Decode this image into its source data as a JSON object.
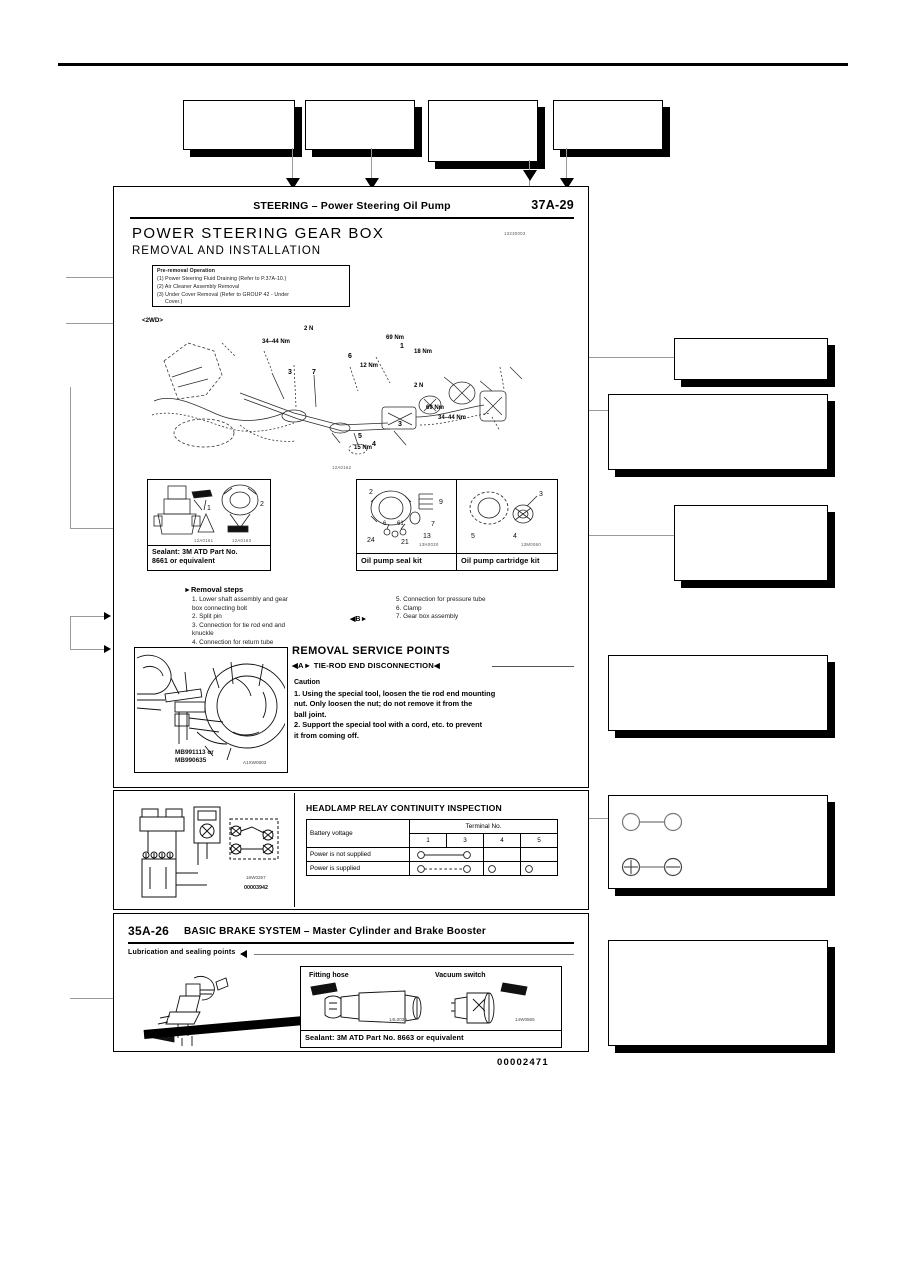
{
  "document": {
    "id_code": "00002471",
    "top_rule": true
  },
  "callouts": {
    "top": [
      {
        "name": "callout-top-1",
        "label": ""
      },
      {
        "name": "callout-top-2",
        "label": ""
      },
      {
        "name": "callout-top-3",
        "label": ""
      },
      {
        "name": "callout-top-4",
        "label": ""
      }
    ],
    "right": [
      {
        "name": "callout-right-1",
        "label": ""
      },
      {
        "name": "callout-right-2",
        "label": ""
      },
      {
        "name": "callout-right-3",
        "label": ""
      },
      {
        "name": "callout-right-4",
        "label": ""
      },
      {
        "name": "callout-right-5",
        "label": ""
      },
      {
        "name": "callout-right-6",
        "label": ""
      }
    ]
  },
  "steering_page": {
    "header_title_bold": "STEERING",
    "header_dash": " – ",
    "header_title_rest": "Power Steering Oil Pump",
    "page_number": "37A-29",
    "heading1": "POWER STEERING GEAR BOX",
    "heading2": "REMOVAL AND INSTALLATION",
    "fig_code": "12230003",
    "pre_removal": {
      "title": "Pre-removal Operation",
      "items": [
        "(1) Power Steering Fluid Draining (Refer to P.37A-10.)",
        "(2) Air Cleaner Assembly Removal",
        "(3) Under Cover Removal (Refer to GROUP 42 - Under",
        "Cover.)"
      ]
    },
    "drive_label": "<2WD>",
    "torques": [
      "2 N",
      "34–44 Nm",
      "69 Nm",
      "12 Nm",
      "18 Nm",
      "2 N",
      "34–44 Nm",
      "15 Nm",
      "69 Nm"
    ],
    "callout_numbers": [
      "1",
      "2",
      "3",
      "4",
      "5",
      "6",
      "7"
    ],
    "diagram_code": "12A0162",
    "sealant_panel": {
      "caption_line1": "Sealant: 3M ATD Part No.",
      "caption_line2": "8661 or equivalent",
      "item_numbers": [
        "1",
        "2"
      ],
      "fig_codes": [
        "12A0161",
        "12A0163"
      ]
    },
    "seal_kit_panel": {
      "caption": "Oil pump seal kit",
      "item_numbers": [
        "2",
        "9",
        "7",
        "13",
        "21",
        "24",
        "6",
        "61"
      ],
      "fig_code": "13H0030"
    },
    "cartridge_kit_panel": {
      "caption": "Oil pump cartridge kit",
      "item_numbers": [
        "3",
        "4",
        "5"
      ],
      "fig_code": "13M0060"
    },
    "removal_steps": {
      "title": "Removal steps",
      "left": [
        "1. Lower shaft assembly and gear",
        "    box connecting bolt",
        "2. Split pin",
        "3. Connection for tie rod end and",
        "    knuckle",
        "4. Connection for return tube"
      ],
      "right": [
        "5. Connection for pressure tube",
        "6. Clamp",
        "7. Gear box assembly"
      ],
      "marker": "B"
    },
    "service_points": {
      "title": "REMOVAL SERVICE POINTS",
      "subtitle_marker": "A",
      "subtitle": "TIE-ROD END DISCONNECTION",
      "caution_title": "Caution",
      "caution_items": [
        "1.  Using the special tool, loosen the tie rod end mounting",
        "     nut. Only loosen the nut; do not remove it from the",
        "     ball joint.",
        "2.  Support the special tool with a cord, etc. to prevent",
        "     it from coming off."
      ],
      "tool_numbers_line1": "MB991113  or",
      "tool_numbers_line2": "MB990635",
      "fig_code": "A1XW0003"
    }
  },
  "headlamp_page": {
    "title": "HEADLAMP RELAY CONTINUITY INSPECTION",
    "table": {
      "row_header": "Battery voltage",
      "group_header": "Terminal No.",
      "columns": [
        "1",
        "3",
        "4",
        "5"
      ],
      "rows": [
        {
          "label": "Power is not supplied",
          "cells": [
            "continuity-solid",
            "",
            ""
          ]
        },
        {
          "label": "Power is supplied",
          "cells": [
            "continuity-dashed",
            "open-circle",
            "open-circle"
          ]
        }
      ]
    },
    "fig_codes": [
      "16W0267",
      "00003942"
    ]
  },
  "brake_page": {
    "page_number": "35A-26",
    "title": "BASIC BRAKE SYSTEM – Master Cylinder and Brake Booster",
    "subtitle": "Lubrication and sealing points",
    "panel": {
      "label_left": "Fitting hose",
      "label_right": "Vacuum switch",
      "caption": "Sealant: 3M ATD Part No. 8663 or equivalent",
      "fig_codes": [
        "14L0036",
        "14W0565"
      ]
    }
  }
}
